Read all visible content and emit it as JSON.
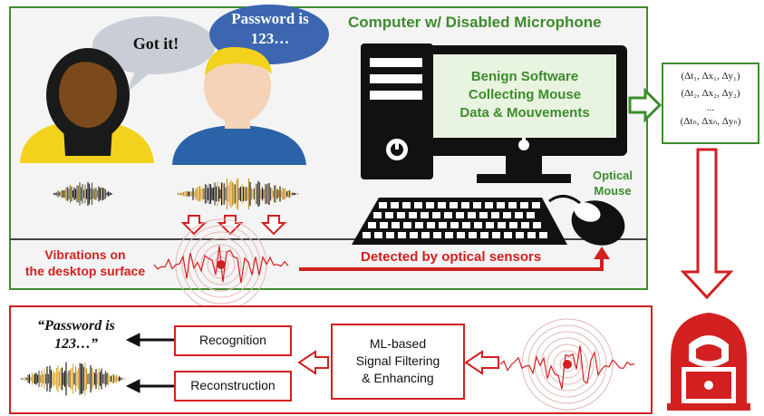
{
  "top_panel": {
    "title": "Computer w/ Disabled Microphone",
    "bubble_left": "Got it!",
    "bubble_right_line1": "Password is",
    "bubble_right_line2": "123…",
    "screen_line1": "Benign Software",
    "screen_line2": "Collecting Mouse",
    "screen_line3": "Data & Mouvements",
    "mouse_label_line1": "Optical",
    "mouse_label_line2": "Mouse",
    "vibrations_line1": "Vibrations on",
    "vibrations_line2": "the desktop surface",
    "detected_label": "Detected by optical sensors"
  },
  "data_box": {
    "row1": "(Δt₁, Δx₁, Δy₁)",
    "row2": "(Δt₂, Δx₂, Δy₂)",
    "row3": "...",
    "row4": "(Δtₙ, Δxₙ, Δyₙ)"
  },
  "bottom_panel": {
    "quote_line1": "“Password is",
    "quote_line2": "123…”",
    "recognition": "Recognition",
    "reconstruction": "Reconstruction",
    "ml_line1": "ML-based",
    "ml_line2": "Signal Filtering",
    "ml_line3": "& Enhancing"
  },
  "colors": {
    "green": "#3d8c2c",
    "red": "#d32020",
    "skin_left": "#7a4a1c",
    "shirt_left": "#f2d21c",
    "shirt_right": "#2b63a8",
    "bubble_gray": "#c9ced6",
    "bubble_blue": "#3c66b0"
  },
  "icons": [
    "woman-avatar-icon",
    "man-avatar-icon",
    "computer-tower-icon",
    "monitor-icon",
    "keyboard-icon",
    "mouse-icon",
    "hacker-icon",
    "sound-wave-icon",
    "vibration-wave-icon"
  ]
}
